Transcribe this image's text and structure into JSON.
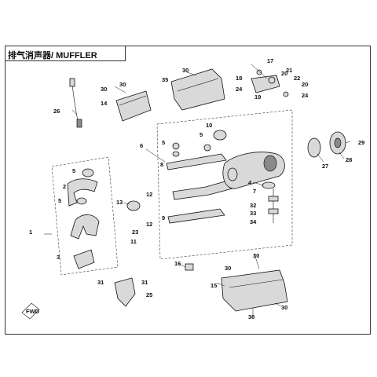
{
  "title": "排气消声器/ MUFFLER",
  "callouts": {
    "c1": "1",
    "c2": "2",
    "c3": "3",
    "c4": "4",
    "c5a": "5",
    "c5b": "5",
    "c5c": "5",
    "c5d": "5",
    "c6": "6",
    "c7": "7",
    "c8": "8",
    "c9": "9",
    "c10": "10",
    "c11": "11",
    "c12a": "12",
    "c12b": "12",
    "c13": "13",
    "c14": "14",
    "c15": "15",
    "c16": "16",
    "c17": "17",
    "c18": "18",
    "c19": "19",
    "c20a": "20",
    "c20b": "20",
    "c21": "21",
    "c22": "22",
    "c23": "23",
    "c24a": "24",
    "c24b": "24",
    "c25": "25",
    "c26": "26",
    "c27": "27",
    "c28": "28",
    "c29": "29",
    "c30a": "30",
    "c30b": "30",
    "c30c": "30",
    "c30d": "30",
    "c30e": "30",
    "c30f": "30",
    "c30g": "30",
    "c31a": "31",
    "c31b": "31",
    "c32": "32",
    "c33": "33",
    "c34": "34",
    "c35": "35"
  },
  "watermark": "FWD"
}
